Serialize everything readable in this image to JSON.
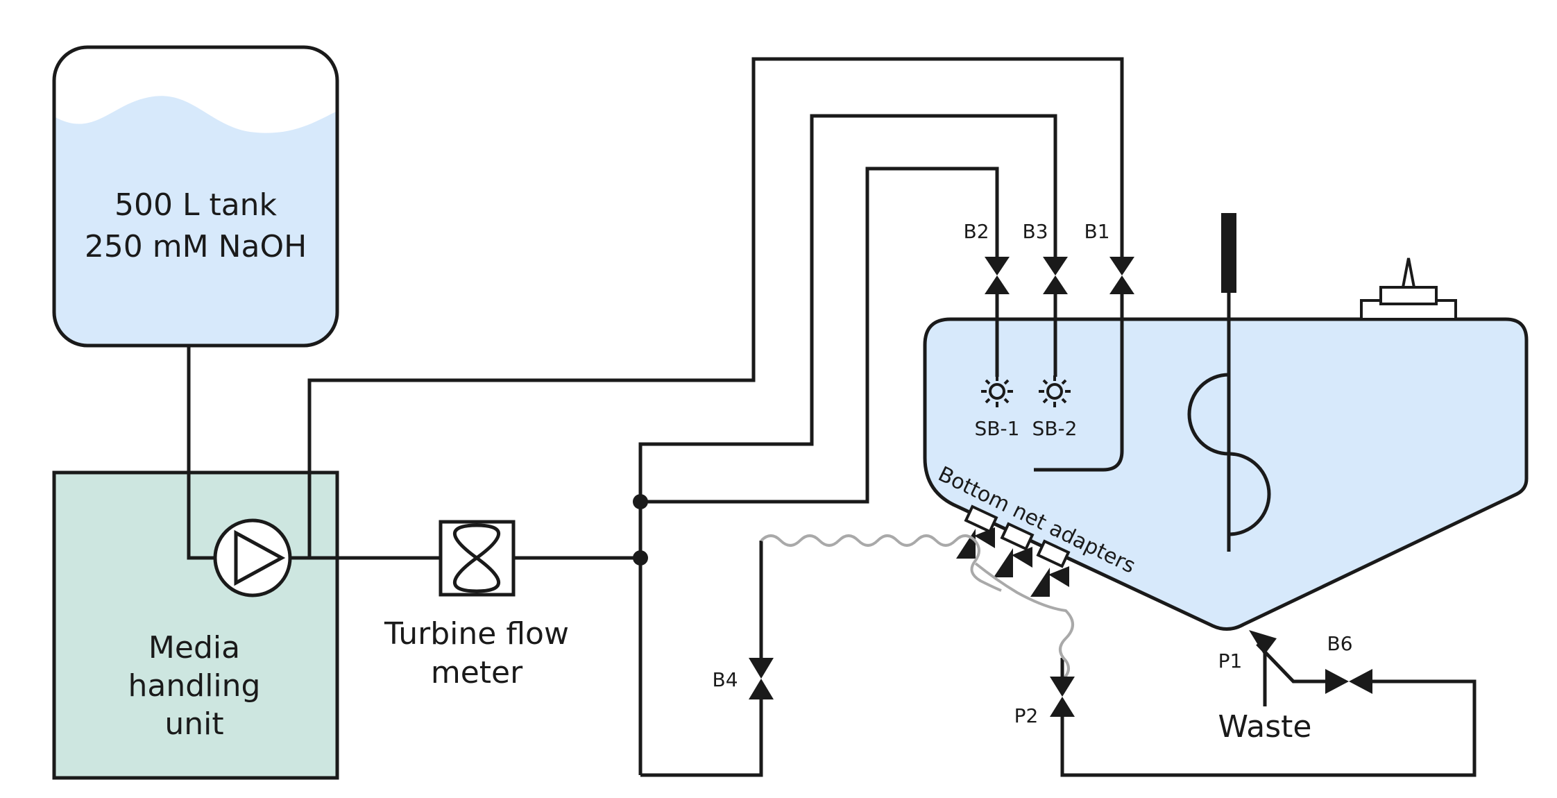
{
  "colors": {
    "line": "#1a1a1a",
    "liquid": "#d7e9fb",
    "media_unit": "#cde6e0",
    "hose": "#a9a9a9",
    "background": "#ffffff"
  },
  "tank": {
    "line1": "500 L tank",
    "line2": "250 mM NaOH"
  },
  "media_unit": {
    "line1": "Media",
    "line2": "handling",
    "line3": "unit"
  },
  "flow_meter": {
    "line1": "Turbine flow",
    "line2": "meter"
  },
  "valves": {
    "b1": "B1",
    "b2": "B2",
    "b3": "B3",
    "b4": "B4",
    "b6": "B6",
    "p1": "P1",
    "p2": "P2"
  },
  "spray_balls": {
    "sb1": "SB-1",
    "sb2": "SB-2"
  },
  "vessel": {
    "bottom_label": "Bottom net adapters"
  },
  "waste": "Waste",
  "icons": [
    "pump-icon",
    "turbine-flow-meter-icon",
    "valve-icon",
    "spray-ball-icon",
    "impeller-icon",
    "sensor-probe-icon",
    "sterile-filter-icon"
  ]
}
